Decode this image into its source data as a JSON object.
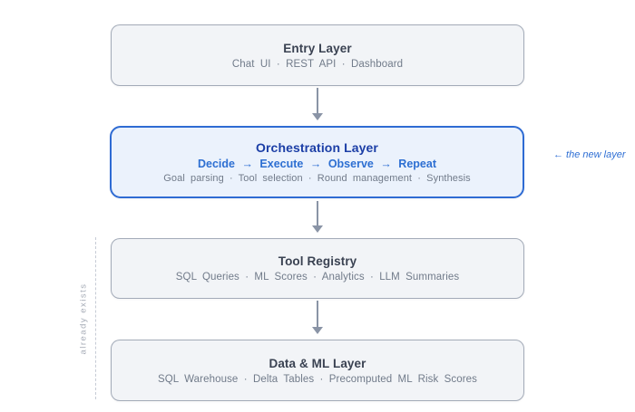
{
  "colors": {
    "highlight_border": "#2e6bd3",
    "highlight_bg": "#ebf2fc",
    "highlight_title": "#1b3ea6",
    "loop_text": "#2d6fd2",
    "annotation_text": "#2f6fd4",
    "box_bg": "#f2f4f7",
    "box_border": "#a3abb8",
    "title_text": "#3a4252",
    "subtitle_text": "#717b8a",
    "arrow": "#8a94a6",
    "dashed_line": "#c6cbd5",
    "side_label_text": "#a4aab5"
  },
  "layers": [
    {
      "title": "Entry Layer",
      "subtitle": "Chat UI · REST API · Dashboard"
    },
    {
      "title": "Orchestration Layer",
      "loop": "Decide → Execute → Observe → Repeat",
      "subtitle": "Goal parsing · Tool selection · Round management · Synthesis"
    },
    {
      "title": "Tool Registry",
      "subtitle": "SQL Queries · ML Scores · Analytics · LLM Summaries"
    },
    {
      "title": "Data & ML Layer",
      "subtitle": "SQL Warehouse · Delta Tables · Precomputed ML Risk Scores"
    }
  ],
  "annotations": {
    "new_layer": "← the new layer",
    "already_exists": "already exists"
  }
}
